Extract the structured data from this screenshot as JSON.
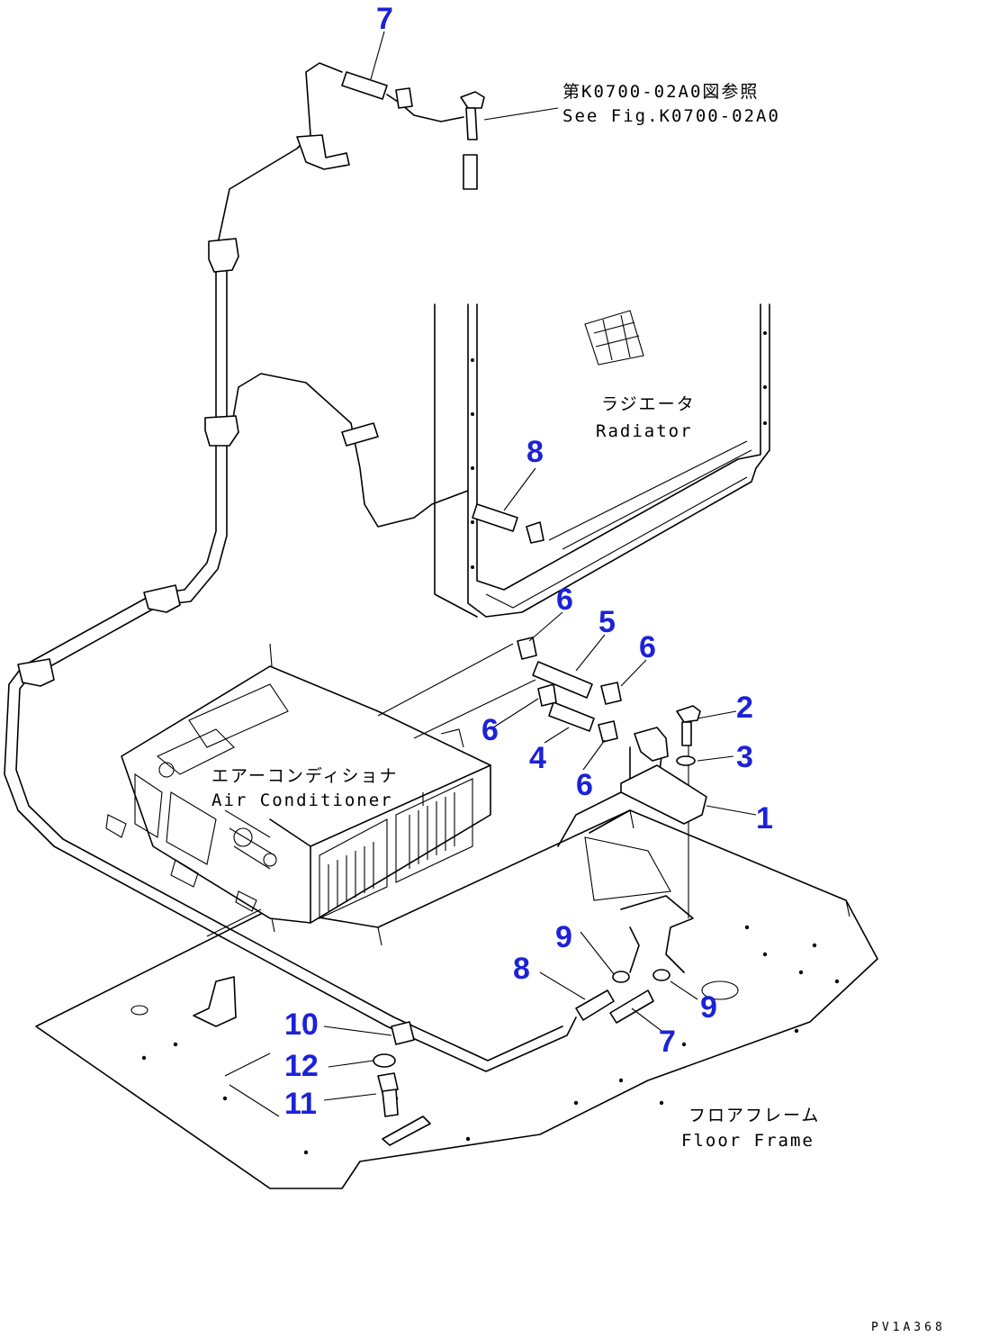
{
  "figure_code": "PV1A368",
  "notes": {
    "reference_jp": "第K0700-02A0図参照",
    "reference_en": "See Fig.K0700-02A0",
    "radiator_jp": "ラジエータ",
    "radiator_en": "Radiator",
    "aircon_jp": "エアーコンディショナ",
    "aircon_en": "Air Conditioner",
    "floor_jp": "フロアフレーム",
    "floor_en": "Floor Frame"
  },
  "callouts": {
    "c7_top": "7",
    "c8_top": "8",
    "c6_a": "6",
    "c5": "5",
    "c6_b": "6",
    "c2": "2",
    "c6_c": "6",
    "c3": "3",
    "c4": "4",
    "c6_d": "6",
    "c1": "1",
    "c9_a": "9",
    "c8_bottom": "8",
    "c9_b": "9",
    "c7_bottom": "7",
    "c10": "10",
    "c12": "12",
    "c11": "11"
  },
  "colors": {
    "callout": "#1c22d8",
    "line": "#000000",
    "background": "#ffffff"
  }
}
